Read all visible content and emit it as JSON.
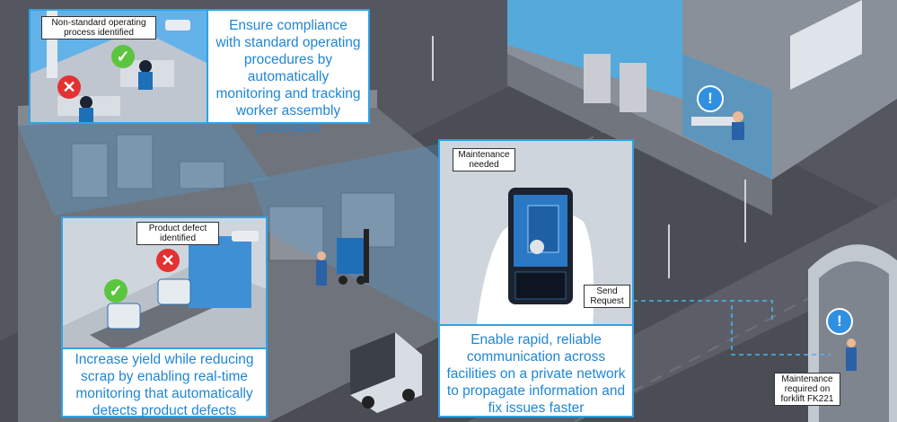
{
  "insets": {
    "top_left": {
      "label": "Non-standard operating process identified",
      "caption": "Ensure compliance with standard operating procedures by automatically monitoring and tracking worker assembly processes"
    },
    "bottom_left": {
      "label": "Product defect identified",
      "caption": "Increase yield while reducing scrap by enabling real-time monitoring that automatically detects product defects"
    },
    "center": {
      "label_top": "Maintenance needed",
      "label_send": "Send Request",
      "caption": "Enable rapid, reliable communication across facilities on a private network to propagate information and fix issues faster"
    }
  },
  "callouts": {
    "forklift": "Maintenance required on forklift FK221"
  },
  "icons": {
    "ok": "check-icon",
    "bad": "x-icon",
    "alert": "exclamation-icon"
  },
  "colors": {
    "accent": "#2ea3e6",
    "caption_text": "#1f86d6",
    "ok": "#5cc53f",
    "bad": "#e23232"
  }
}
